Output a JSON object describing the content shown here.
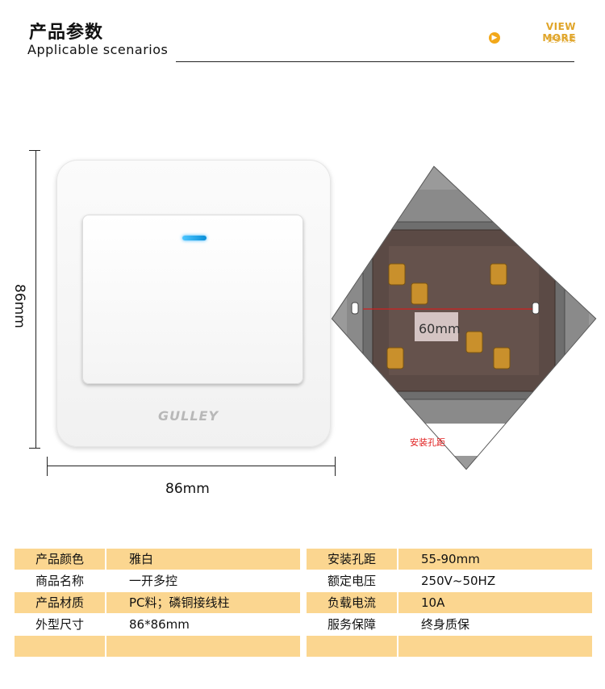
{
  "header": {
    "title_cn": "产品参数",
    "title_en": "Applicable scenarios",
    "view_more": "VIEW MORE",
    "view_more_sub": "更多热卖",
    "view_more_icon": "play-arrow-icon"
  },
  "dimensions": {
    "height_label": "86mm",
    "width_label": "86mm",
    "hole_distance": "60mm",
    "hole_label": "安装孔距"
  },
  "product": {
    "brand": "GULLEY"
  },
  "specs": [
    {
      "label_left": "产品颜色",
      "value_left": "雅白",
      "label_right": "安装孔距",
      "value_right": "55-90mm"
    },
    {
      "label_left": "商品名称",
      "value_left": "一开多控",
      "label_right": "额定电压",
      "value_right": "250V~50HZ"
    },
    {
      "label_left": "产品材质",
      "value_left": "PC料；磷铜接线柱",
      "label_right": "负载电流",
      "value_right": "10A"
    },
    {
      "label_left": "外型尺寸",
      "value_left": "86*86mm",
      "label_right": "服务保障",
      "value_right": "终身质保"
    },
    {
      "label_left": "",
      "value_left": "",
      "label_right": "",
      "value_right": ""
    }
  ],
  "colors": {
    "accent": "#e0a52a",
    "table_shade": "#fbd690",
    "indicator": "#1aa3ee",
    "hole_text": "#e02020"
  }
}
